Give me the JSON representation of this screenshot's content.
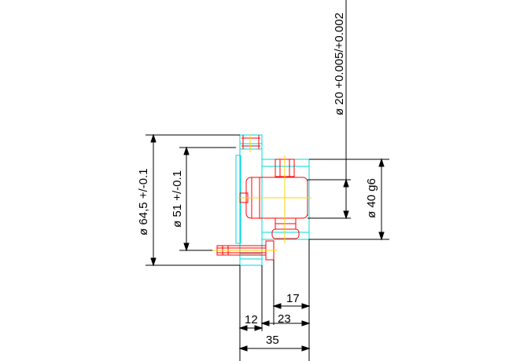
{
  "drawing": {
    "dimensions": {
      "dia_20": "ø 20 +0.005/+0.002",
      "dia_645": "ø 64,5 +/-0.1",
      "dia_51": "ø 51 +/-0.1",
      "dia_40": "ø 40 g6",
      "len_17": "17",
      "len_12": "12",
      "len_23": "23",
      "len_35": "35"
    },
    "colors": {
      "dimension": "#000000",
      "outline_cyan": "#00d8d8",
      "part_red": "#ff0000",
      "centerline_yellow": "#ffd400",
      "background": "#ffffff"
    }
  }
}
